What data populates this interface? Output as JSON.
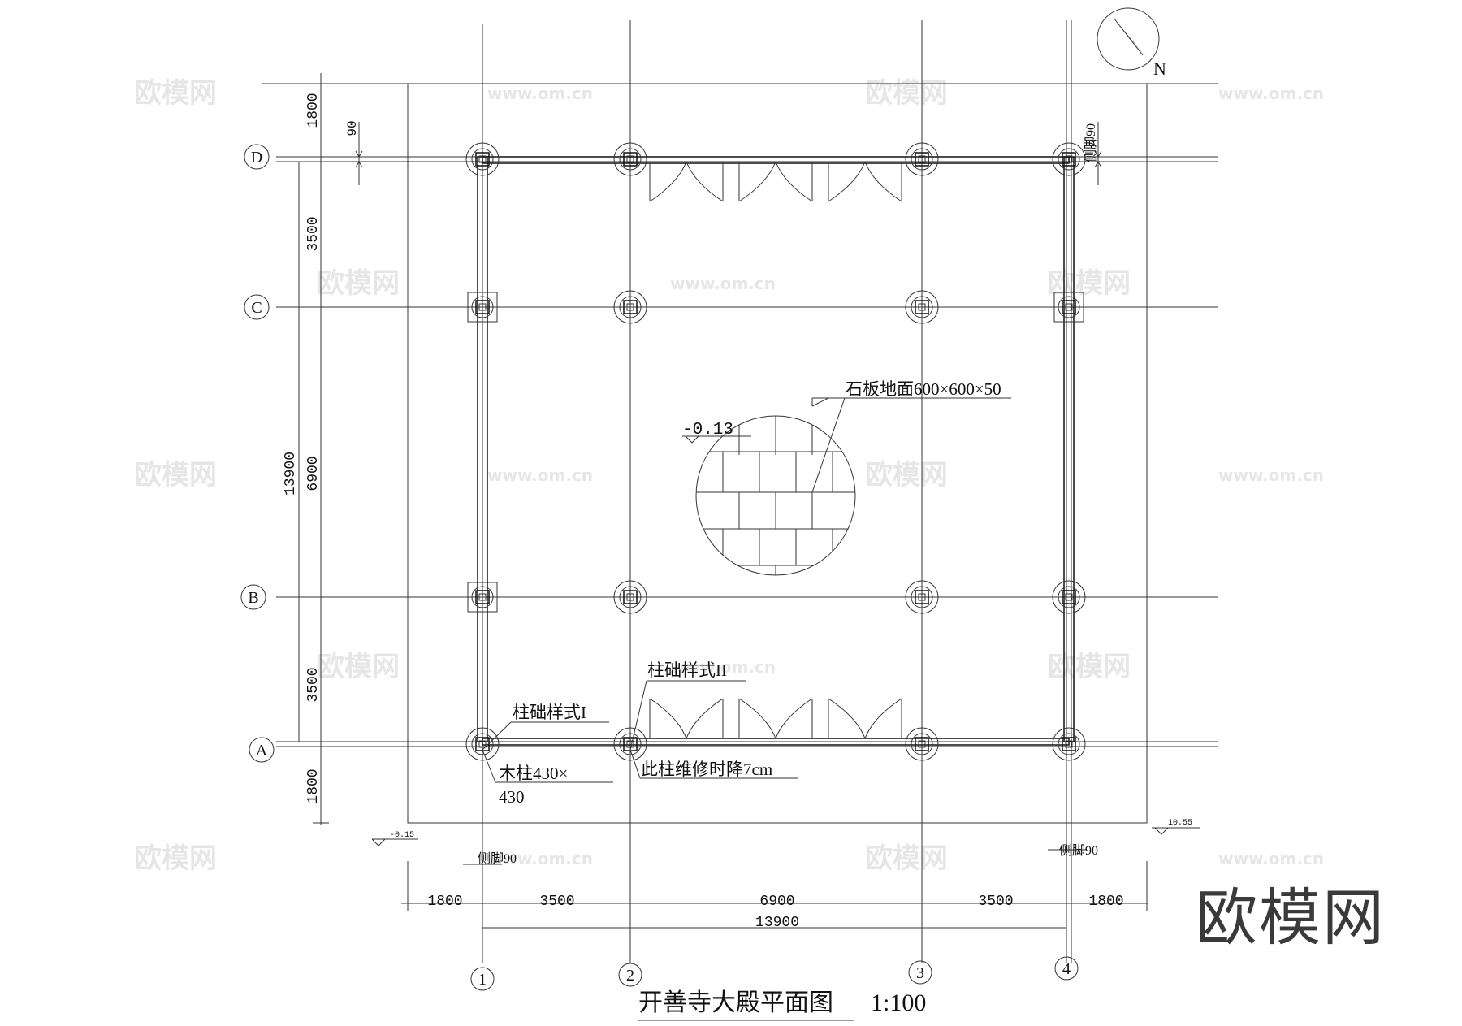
{
  "drawing": {
    "title": "开善寺大殿平面图",
    "scale": "1:100",
    "north_label": "N",
    "brand_logo": "欧模网",
    "watermark_cn": "欧模网",
    "watermark_url": "www.om.cn"
  },
  "row_axes": [
    "D",
    "C",
    "B",
    "A"
  ],
  "column_axes": [
    "1",
    "2",
    "3",
    "4"
  ],
  "dimensions": {
    "vertical": {
      "segments": [
        "1800",
        "3500",
        "6900",
        "3500",
        "1800"
      ],
      "total": "13900",
      "offset_top": "90"
    },
    "horizontal": {
      "segments": [
        "1800",
        "3500",
        "6900",
        "3500",
        "1800"
      ],
      "total": "13900",
      "offset_left": "侧脚90",
      "offset_right": "侧脚90",
      "offset_top_right": "侧脚90"
    }
  },
  "annotations": {
    "stone_floor": "石板地面600×600×50",
    "floor_level": "-0.13",
    "level_left": "-0.15",
    "level_right": "10.55",
    "base_style_1": "柱础样式I",
    "base_style_2": "柱础样式II",
    "wood_column_line1": "木柱430×",
    "wood_column_line2": "430",
    "column_lowered": "此柱维修时降7cm"
  }
}
